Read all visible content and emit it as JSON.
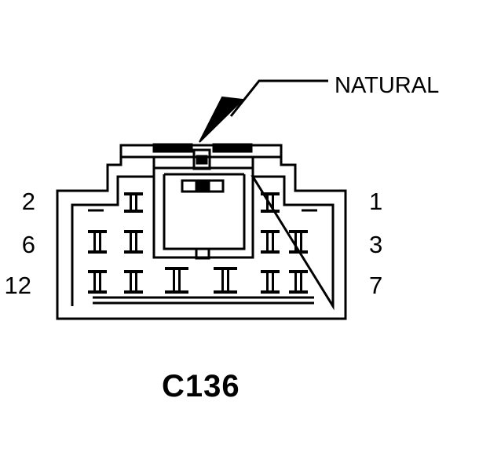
{
  "connector": {
    "id": "C136",
    "callout": "NATURAL"
  },
  "pins": {
    "left": [
      "2",
      "6",
      "12"
    ],
    "right": [
      "1",
      "3",
      "7"
    ]
  },
  "colors": {
    "line": "#000000",
    "background": "#ffffff"
  }
}
